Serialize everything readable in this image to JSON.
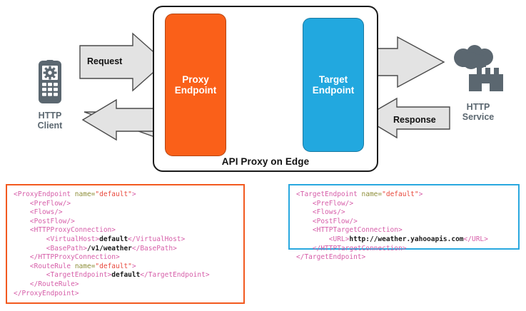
{
  "diagram": {
    "container_label": "API Proxy on Edge",
    "proxy_endpoint_label": "Proxy\nEndpoint",
    "proxy_endpoint_line1": "Proxy",
    "proxy_endpoint_line2": "Endpoint",
    "target_endpoint_line1": "Target",
    "target_endpoint_line2": "Endpoint",
    "request_arrow_label": "Request",
    "response_arrow_label": "Response",
    "client": {
      "icon": "mobile-phone-gear-icon",
      "caption_line1": "HTTP",
      "caption_line2": "Client"
    },
    "service": {
      "icon": "factory-cloud-icon",
      "caption_line1": "HTTP",
      "caption_line2": "Service"
    },
    "colors": {
      "proxy_endpoint": "#FA6019",
      "target_endpoint": "#22A8DF",
      "arrow_fill": "#E3E3E3",
      "arrow_stroke": "#4A4A4A",
      "icon_gray": "#5B6770",
      "container_stroke": "#1A1A1A"
    }
  },
  "code_blocks": {
    "proxy": {
      "border_color": "#F2591F",
      "lines": [
        [
          {
            "t": "tag",
            "s": "<ProxyEndpoint "
          },
          {
            "t": "attr",
            "s": "name="
          },
          {
            "t": "val",
            "s": "\"default\""
          },
          {
            "t": "tag",
            "s": ">"
          }
        ],
        [
          {
            "t": "plain",
            "s": "    "
          },
          {
            "t": "tag",
            "s": "<PreFlow/>"
          }
        ],
        [
          {
            "t": "plain",
            "s": "    "
          },
          {
            "t": "tag",
            "s": "<Flows/>"
          }
        ],
        [
          {
            "t": "plain",
            "s": "    "
          },
          {
            "t": "tag",
            "s": "<PostFlow/>"
          }
        ],
        [
          {
            "t": "plain",
            "s": "    "
          },
          {
            "t": "tag",
            "s": "<HTTPProxyConnection>"
          }
        ],
        [
          {
            "t": "plain",
            "s": "        "
          },
          {
            "t": "tag",
            "s": "<VirtualHost>"
          },
          {
            "t": "text",
            "s": "default"
          },
          {
            "t": "tag",
            "s": "</VirtualHost>"
          }
        ],
        [
          {
            "t": "plain",
            "s": "        "
          },
          {
            "t": "tag",
            "s": "<BasePath>"
          },
          {
            "t": "text",
            "s": "/v1/weather"
          },
          {
            "t": "tag",
            "s": "</BasePath>"
          }
        ],
        [
          {
            "t": "plain",
            "s": "    "
          },
          {
            "t": "tag",
            "s": "</HTTPProxyConnection>"
          }
        ],
        [
          {
            "t": "plain",
            "s": "    "
          },
          {
            "t": "tag",
            "s": "<RouteRule "
          },
          {
            "t": "attr",
            "s": "name="
          },
          {
            "t": "val",
            "s": "\"default\""
          },
          {
            "t": "tag",
            "s": ">"
          }
        ],
        [
          {
            "t": "plain",
            "s": "        "
          },
          {
            "t": "tag",
            "s": "<TargetEndpoint>"
          },
          {
            "t": "text",
            "s": "default"
          },
          {
            "t": "tag",
            "s": "</TargetEndpoint>"
          }
        ],
        [
          {
            "t": "plain",
            "s": "    "
          },
          {
            "t": "tag",
            "s": "</RouteRule>"
          }
        ],
        [
          {
            "t": "tag",
            "s": "</ProxyEndpoint>"
          }
        ]
      ]
    },
    "target": {
      "border_color": "#29A8DF",
      "lines": [
        [
          {
            "t": "tag",
            "s": "<TargetEndpoint "
          },
          {
            "t": "attr",
            "s": "name="
          },
          {
            "t": "val",
            "s": "\"default\""
          },
          {
            "t": "tag",
            "s": ">"
          }
        ],
        [
          {
            "t": "plain",
            "s": "    "
          },
          {
            "t": "tag",
            "s": "<PreFlow/>"
          }
        ],
        [
          {
            "t": "plain",
            "s": "    "
          },
          {
            "t": "tag",
            "s": "<Flows/>"
          }
        ],
        [
          {
            "t": "plain",
            "s": "    "
          },
          {
            "t": "tag",
            "s": "<PostFlow/>"
          }
        ],
        [
          {
            "t": "plain",
            "s": "    "
          },
          {
            "t": "tag",
            "s": "<HTTPTargetConnection>"
          }
        ],
        [
          {
            "t": "plain",
            "s": "        "
          },
          {
            "t": "tag",
            "s": "<URL>"
          },
          {
            "t": "text",
            "s": "http://weather.yahooapis.com"
          },
          {
            "t": "tag",
            "s": "</URL>"
          }
        ],
        [
          {
            "t": "plain",
            "s": "    "
          },
          {
            "t": "tag",
            "s": "</HTTPTargetConnection>"
          }
        ],
        [
          {
            "t": "tag",
            "s": "</TargetEndpoint>"
          }
        ]
      ]
    }
  }
}
